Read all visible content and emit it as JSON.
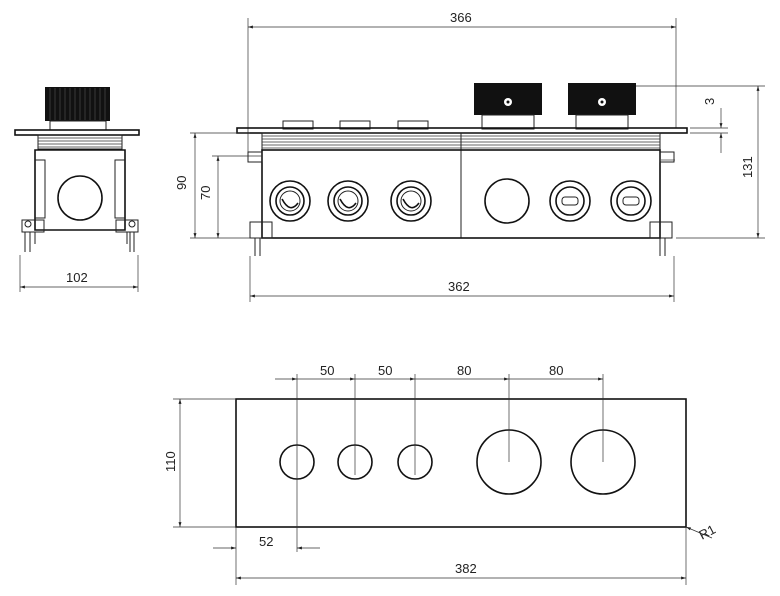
{
  "dimensions": {
    "top_width": "366",
    "bottom_width": "362",
    "side_width": "102",
    "height_90": "90",
    "height_70": "70",
    "height_131": "131",
    "gap_3": "3",
    "spacing_1": "50",
    "spacing_2": "50",
    "spacing_3": "80",
    "spacing_4": "80",
    "plate_height": "110",
    "offset_left": "52",
    "plate_width": "382",
    "radius": "R1"
  },
  "colors": {
    "line": "#222222",
    "knob": "#111111",
    "background": "#ffffff"
  }
}
